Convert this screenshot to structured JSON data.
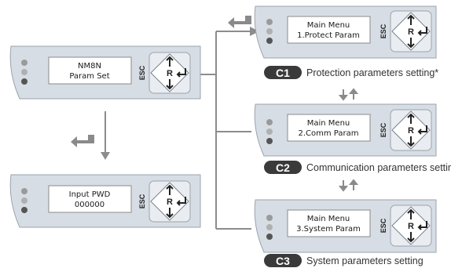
{
  "colors": {
    "panel": "#d7dde4",
    "panel_edge": "#9aa3ad",
    "screen": "#ffffff",
    "led": "#8a8a8a",
    "badge": "#3a3a3a",
    "line": "#8c8c8c",
    "arrow": "#7a7a7a"
  },
  "keypad": {
    "esc": "ESC",
    "center": "R"
  },
  "panels": {
    "main": {
      "line1": "NM8N",
      "line2": "Param Set"
    },
    "pwd": {
      "line1": "Input PWD",
      "line2": "000000"
    },
    "c1": {
      "line1": "Main Menu",
      "line2": "1.Protect Param"
    },
    "c2": {
      "line1": "Main Menu",
      "line2": "2.Comm Param"
    },
    "c3": {
      "line1": "Main Menu",
      "line2": "3.System Param"
    }
  },
  "badges": {
    "c1": {
      "label": "C1",
      "caption": "Protection parameters setting",
      "mark": "*"
    },
    "c2": {
      "label": "C2",
      "caption": "Communication parameters setting"
    },
    "c3": {
      "label": "C3",
      "caption": "System parameters setting"
    }
  },
  "icons": [
    "up-arrow-icon",
    "down-arrow-icon",
    "enter-arrow-icon",
    "return-arrow-icon",
    "up-down-arrows-icon",
    "led-icon"
  ]
}
